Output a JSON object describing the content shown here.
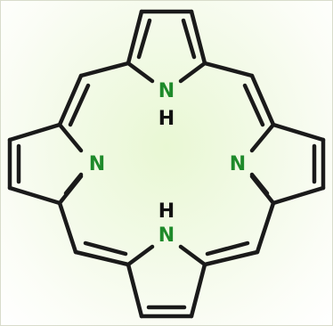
{
  "molecule": {
    "atoms": {
      "n_top": "N",
      "h_top": "H",
      "n_left": "N",
      "n_right": "N",
      "n_bottom": "N",
      "h_bottom": "H"
    }
  },
  "colors": {
    "nitrogen": "#1e8a2a",
    "hydrogen": "#111111",
    "bond": "#1a1a1a",
    "background_center": "#e9f8d4",
    "border": "#d8dccb"
  }
}
